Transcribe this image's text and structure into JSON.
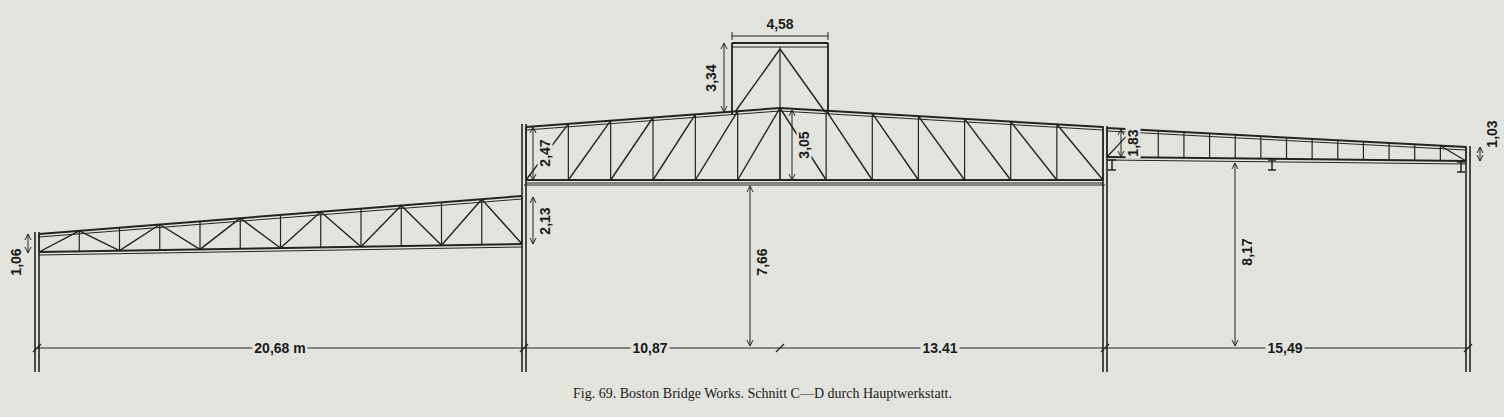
{
  "diagram": {
    "caption": "Fig. 69. Boston Bridge Works. Schnitt C—D durch Hauptwerkstatt.",
    "labels": [
      "4,58",
      "3,34",
      "2,47",
      "3,05",
      "1,83",
      "2,13",
      "7,66",
      "8,17",
      "1,06",
      "1,03",
      "20,68 m",
      "10,87",
      "13.41",
      "15,49"
    ]
  }
}
